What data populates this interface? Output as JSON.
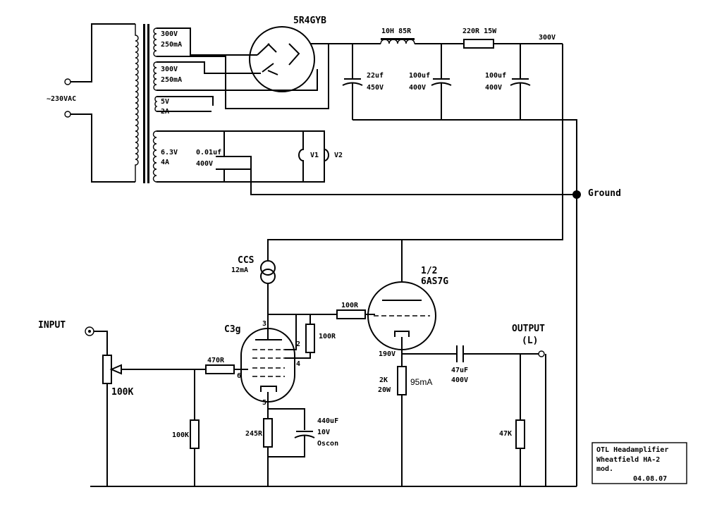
{
  "title_block": {
    "line1": "OTL Headamplifier",
    "line2": "Wheatfield HA-2",
    "line3": "mod.",
    "date": "04.08.07"
  },
  "mains": {
    "input": "~230VAC"
  },
  "transformer": {
    "sec1_v": "300V",
    "sec1_i": "250mA",
    "sec2_v": "300V",
    "sec2_i": "250mA",
    "sec3_v": "5V",
    "sec3_i": "2A",
    "heater_v": "6.3V",
    "heater_i": "4A"
  },
  "rectifier": "5R4GYB",
  "supply": {
    "choke": "10H 85R",
    "resistor": "220R 15W",
    "rail": "300V",
    "cap1_val": "22uf",
    "cap1_v": "450V",
    "cap2_val": "100uf",
    "cap2_v": "400V",
    "cap3_val": "100uf",
    "cap3_v": "400V"
  },
  "heater_circuit": {
    "cap_val": "0.01uf",
    "cap_v": "400V",
    "v1": "V1",
    "v2": "V2"
  },
  "ground": "Ground",
  "ccs": {
    "name": "CCS",
    "current": "12mA"
  },
  "c3g": {
    "name": "C3g",
    "pin3": "3",
    "pin2": "2",
    "pin4": "4",
    "pin6": "6",
    "pin5": "5",
    "grid_r": "470R",
    "screen_r": "100R",
    "cathode_r": "245R",
    "cathode_cap1": "440uF",
    "cathode_cap2": "10V",
    "cathode_cap3": "Oscon"
  },
  "output_tube": {
    "name1": "1/2",
    "name2": "6AS7G",
    "grid_r": "100R",
    "cathode_v": "190V",
    "cathode_r1": "2K",
    "cathode_r2": "20W",
    "current": "95mA"
  },
  "input": {
    "label": "INPUT",
    "pot": "100K",
    "shunt_r": "100K"
  },
  "output": {
    "label": "OUTPUT",
    "channel": "(L)",
    "cap_val": "47uF",
    "cap_v": "400V",
    "load_r": "47K"
  }
}
